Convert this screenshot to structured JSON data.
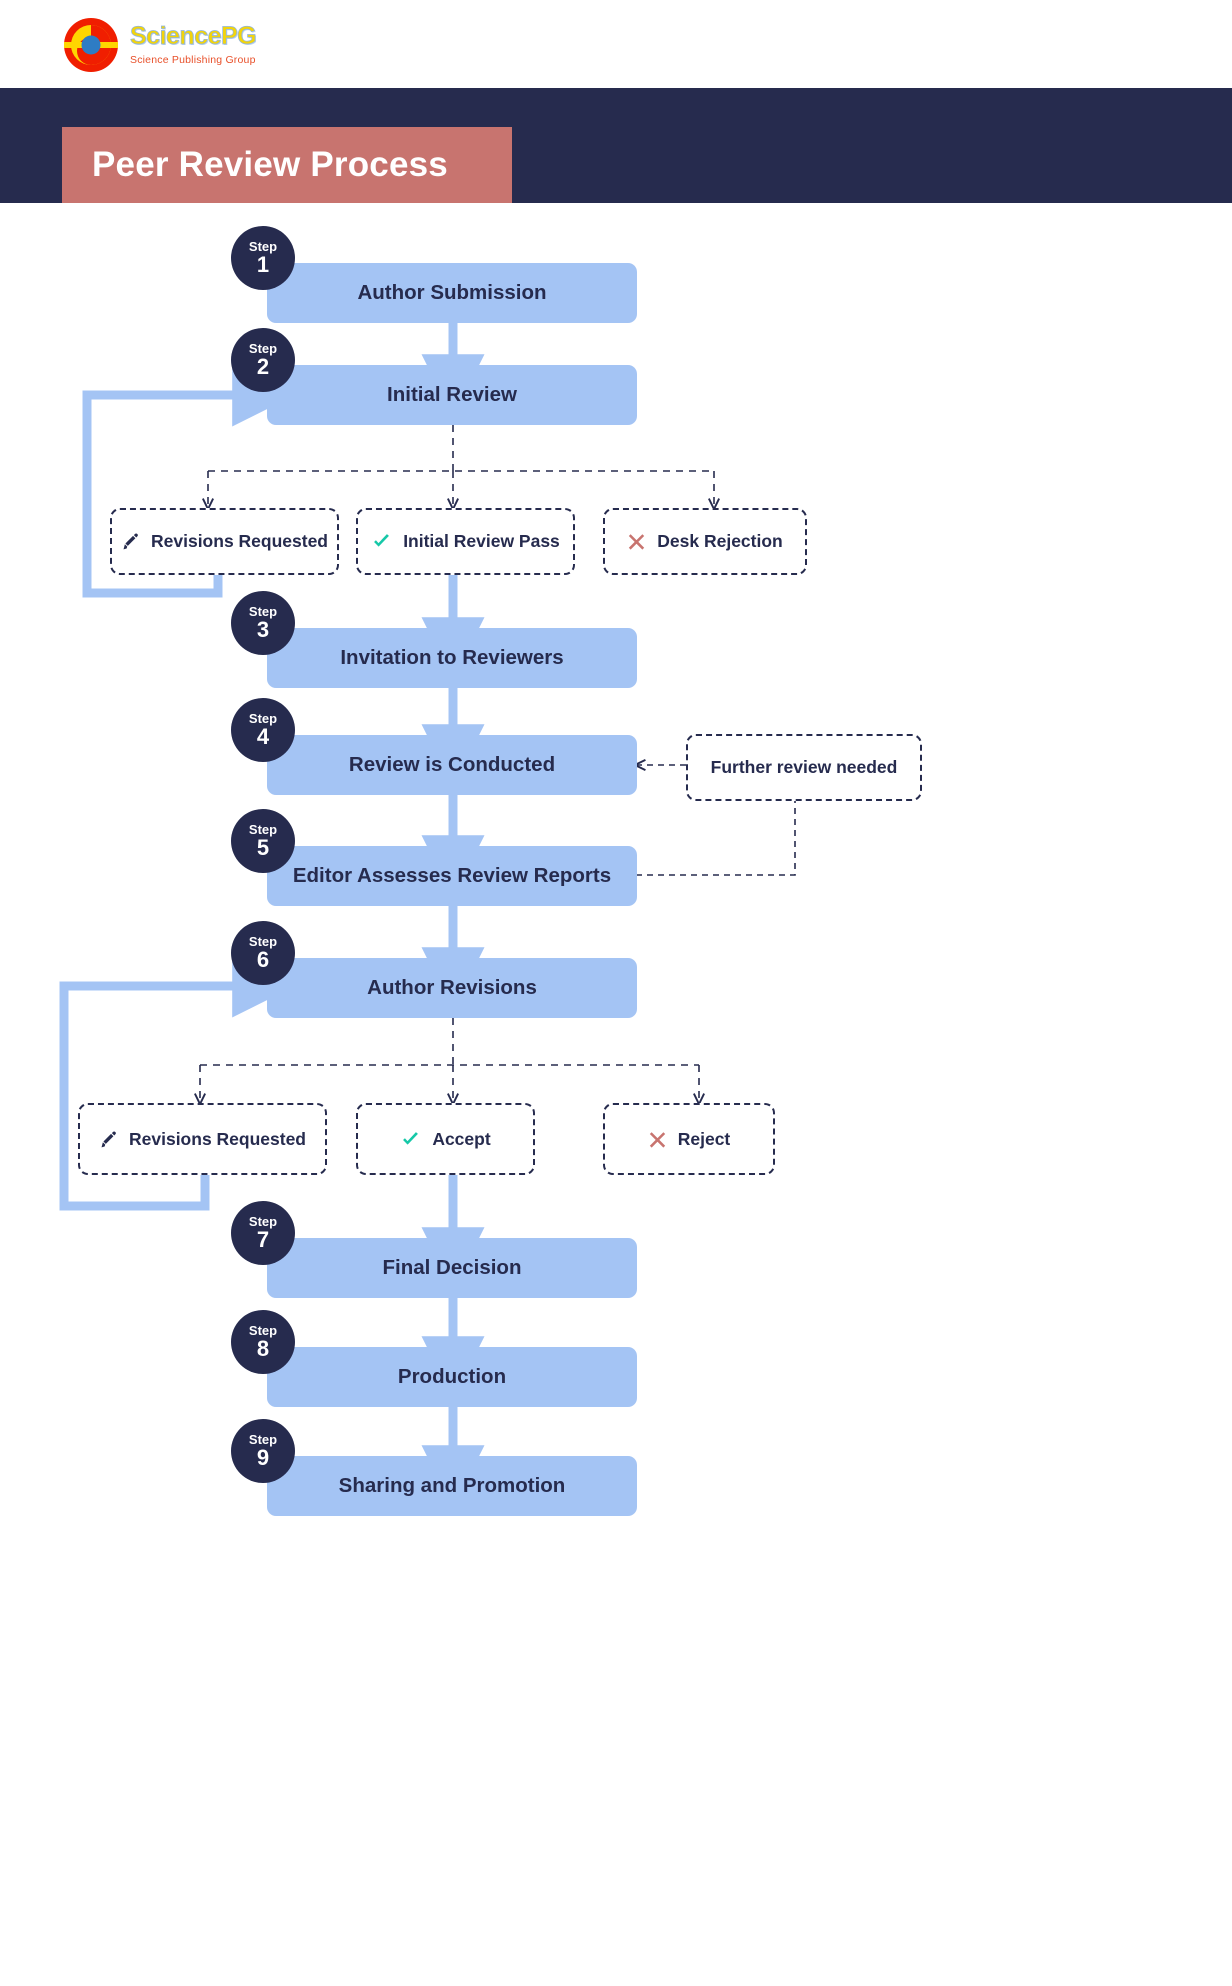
{
  "logo": {
    "title": "SciencePG",
    "subtitle": "Science Publishing Group",
    "mark_name": "sciencepg-logo-mark"
  },
  "header": {
    "title": "Peer Review Process",
    "banner_color": "#262b4e",
    "title_box_color": "#c8746f"
  },
  "colors": {
    "step_bar": "#a4c4f4",
    "badge": "#262b4e",
    "arrow": "#a4c4f4",
    "text_dark": "#262b4e",
    "check_teal": "#16c8a8",
    "cross_red": "#c8746f"
  },
  "steps": [
    {
      "word": "Step",
      "number": "1",
      "label": "Author Submission"
    },
    {
      "word": "Step",
      "number": "2",
      "label": "Initial Review"
    },
    {
      "word": "Step",
      "number": "3",
      "label": "Invitation to Reviewers"
    },
    {
      "word": "Step",
      "number": "4",
      "label": "Review is Conducted"
    },
    {
      "word": "Step",
      "number": "5",
      "label": "Editor Assesses Review Reports"
    },
    {
      "word": "Step",
      "number": "6",
      "label": "Author Revisions"
    },
    {
      "word": "Step",
      "number": "7",
      "label": "Final Decision"
    },
    {
      "word": "Step",
      "number": "8",
      "label": "Production"
    },
    {
      "word": "Step",
      "number": "9",
      "label": "Sharing and Promotion"
    }
  ],
  "branch_row_1": [
    {
      "label": "Revisions Requested",
      "icon": "pencil-icon"
    },
    {
      "label": "Initial Review Pass",
      "icon": "check-icon"
    },
    {
      "label": "Desk Rejection",
      "icon": "cross-icon"
    }
  ],
  "branch_row_2": [
    {
      "label": "Revisions Requested",
      "icon": "pencil-icon"
    },
    {
      "label": "Accept",
      "icon": "check-icon"
    },
    {
      "label": "Reject",
      "icon": "cross-icon"
    }
  ],
  "notes": [
    {
      "label": "Further review needed"
    }
  ]
}
